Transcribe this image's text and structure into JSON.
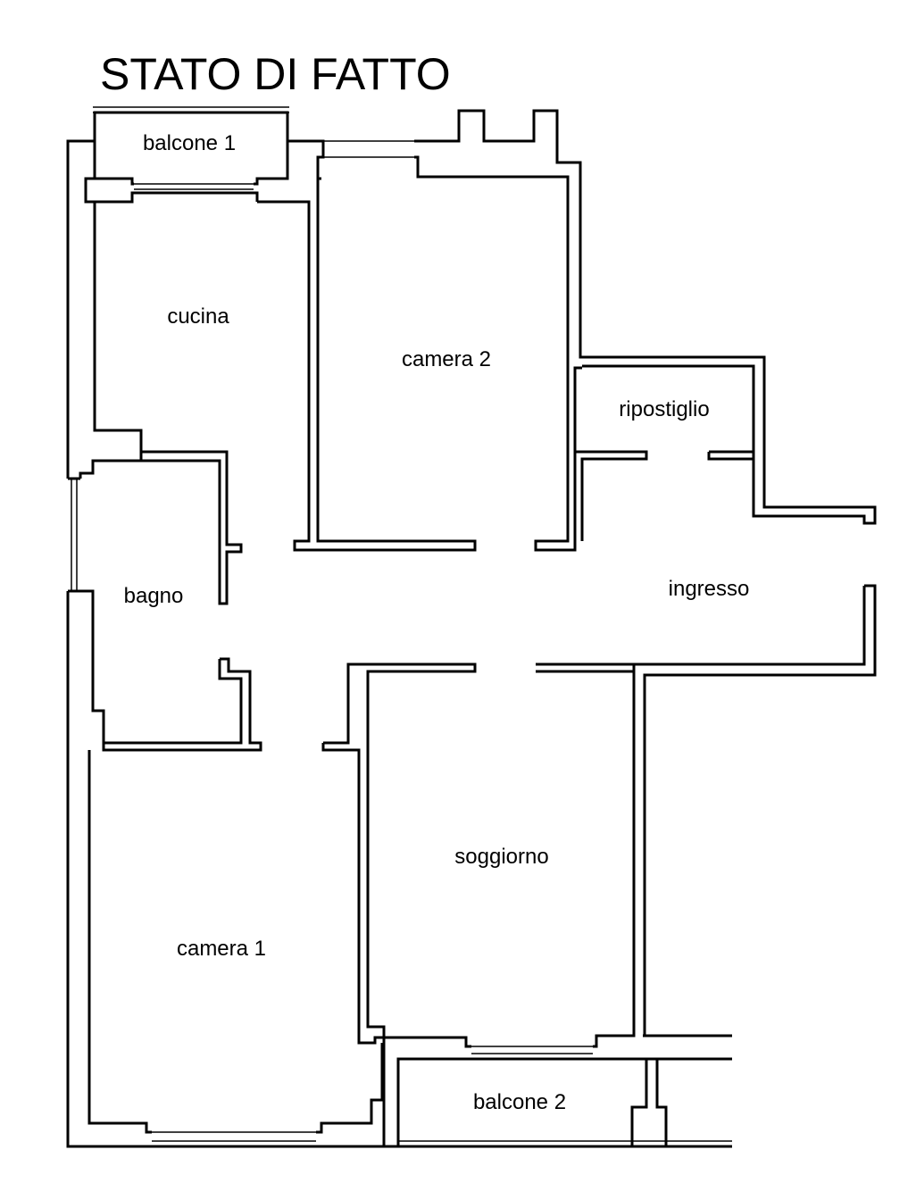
{
  "plan": {
    "title": "STATO DI FATTO",
    "rooms": {
      "balcone_1": "balcone 1",
      "cucina": "cucina",
      "camera_2": "camera 2",
      "ripostiglio": "ripostiglio",
      "bagno": "bagno",
      "ingresso": "ingresso",
      "soggiorno": "soggiorno",
      "camera_1": "camera 1",
      "balcone_2": "balcone 2"
    }
  }
}
